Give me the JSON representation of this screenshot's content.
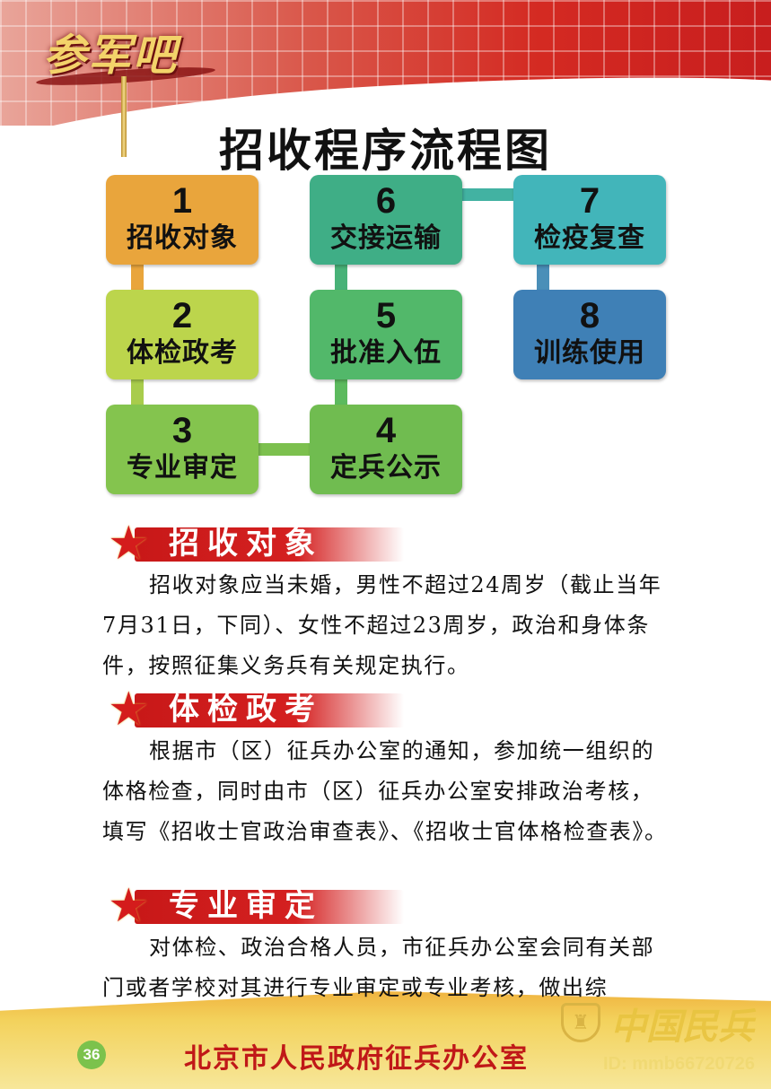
{
  "header": {
    "logo_text": "参军吧"
  },
  "title": "招收程序流程图",
  "flow": {
    "colors": {
      "step1": "#e9a53c",
      "step2": "#bcd54c",
      "step3": "#84c44e",
      "step4": "#70bc50",
      "step5": "#52b86a",
      "step6": "#3fae86",
      "step7": "#42b5ba",
      "step8": "#3f80b6"
    },
    "steps": [
      {
        "num": "1",
        "label": "招收对象"
      },
      {
        "num": "2",
        "label": "体检政考"
      },
      {
        "num": "3",
        "label": "专业审定"
      },
      {
        "num": "4",
        "label": "定兵公示"
      },
      {
        "num": "5",
        "label": "批准入伍"
      },
      {
        "num": "6",
        "label": "交接运输"
      },
      {
        "num": "7",
        "label": "检疫复查"
      },
      {
        "num": "8",
        "label": "训练使用"
      }
    ]
  },
  "sections": [
    {
      "heading": "招收对象",
      "text": "招收对象应当未婚，男性不超过24周岁（截止当年7月31日，下同）、女性不超过23周岁，政治和身体条件，按照征集义务兵有关规定执行。"
    },
    {
      "heading": "体检政考",
      "text": "根据市（区）征兵办公室的通知，参加统一组织的体格检查，同时由市（区）征兵办公室安排政治考核，填写《招收士官政治审查表》、《招收士官体格检查表》。"
    },
    {
      "heading": "专业审定",
      "text": "对体检、政治合格人员，市征兵办公室会同有关部门或者学校对其进行专业审定或专业考核，做出综"
    }
  ],
  "footer": {
    "page_number": "36",
    "org": "北京市人民政府征兵办公室"
  },
  "watermark": {
    "brand": "中国民兵",
    "id": "ID: mmb66720726"
  }
}
